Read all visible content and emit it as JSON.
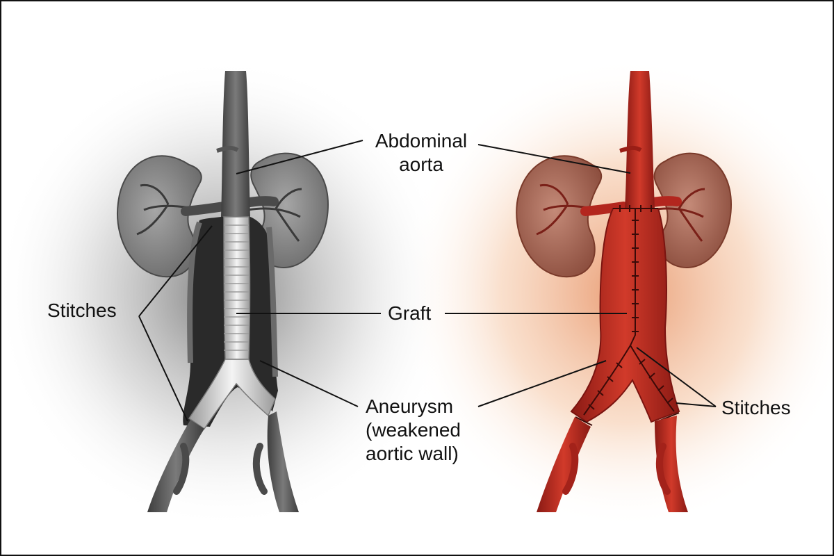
{
  "labels": {
    "abdominal_aorta_line1": "Abdominal",
    "abdominal_aorta_line2": "aorta",
    "graft": "Graft",
    "aneurysm_line1": "Aneurysm",
    "aneurysm_line2": "(weakened",
    "aneurysm_line3": "aortic wall)",
    "stitches_left": "Stitches",
    "stitches_right": "Stitches"
  },
  "panels": [
    {
      "tone": "grayscale",
      "content": "aorta with exposed graft inside opened aneurysm sac"
    },
    {
      "tone": "red",
      "content": "aneurysm sac stitched closed over graft"
    }
  ],
  "colors": {
    "frame": "#111111",
    "line": "#111111",
    "gray_vessel": "#5a5a5a",
    "red_vessel": "#b3261e",
    "kidney_gray": "#8a8a8a",
    "kidney_red": "#a05a4a",
    "red_glow": "#f3b48a"
  }
}
